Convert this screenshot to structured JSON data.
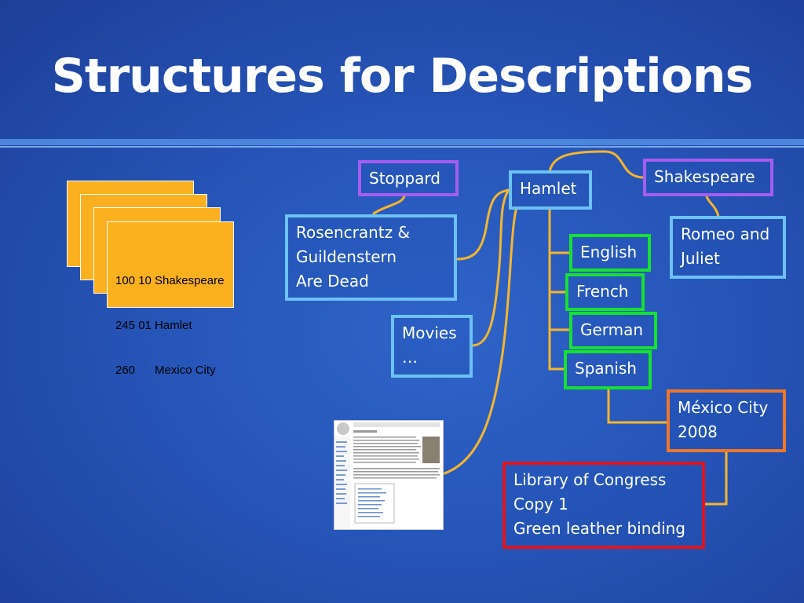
{
  "slide": {
    "title": "Structures for Descriptions"
  },
  "record_card": {
    "lines": [
      "100 10 Shakespeare",
      "245 01 Hamlet",
      "260      Mexico City"
    ]
  },
  "nodes": {
    "stoppard": "Stoppard",
    "hamlet": "Hamlet",
    "shakespeare": "Shakespeare",
    "rosencrantz": "Rosencrantz &\nGuildenstern\nAre Dead",
    "romeo": "Romeo and\nJuliet",
    "english": "English",
    "french": "French",
    "german": "German",
    "spanish": "Spanish",
    "movies": "Movies\n…",
    "mexico": "México City\n2008",
    "library": "Library of Congress\nCopy 1\nGreen leather binding"
  },
  "colors": {
    "background": "#2655b8",
    "work_border": "#6cc2f2",
    "person_border": "#a55df0",
    "expression_border": "#16e032",
    "manifestation_border": "#f07628",
    "item_border": "#e0141e",
    "connector": "#f5b62c",
    "card": "#fbb01f"
  }
}
